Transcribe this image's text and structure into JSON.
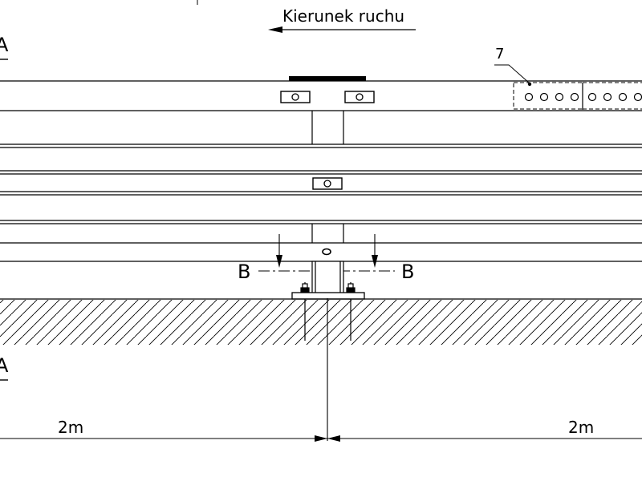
{
  "direction_label": "Kierunek ruchu",
  "callout_number": "7",
  "section_a_top": "A",
  "section_a_bottom": "A",
  "section_b_left": "B",
  "section_b_right": "B",
  "dimension_left": "2m",
  "dimension_right": "2m",
  "colors": {
    "line": "#000000",
    "background": "#ffffff"
  }
}
